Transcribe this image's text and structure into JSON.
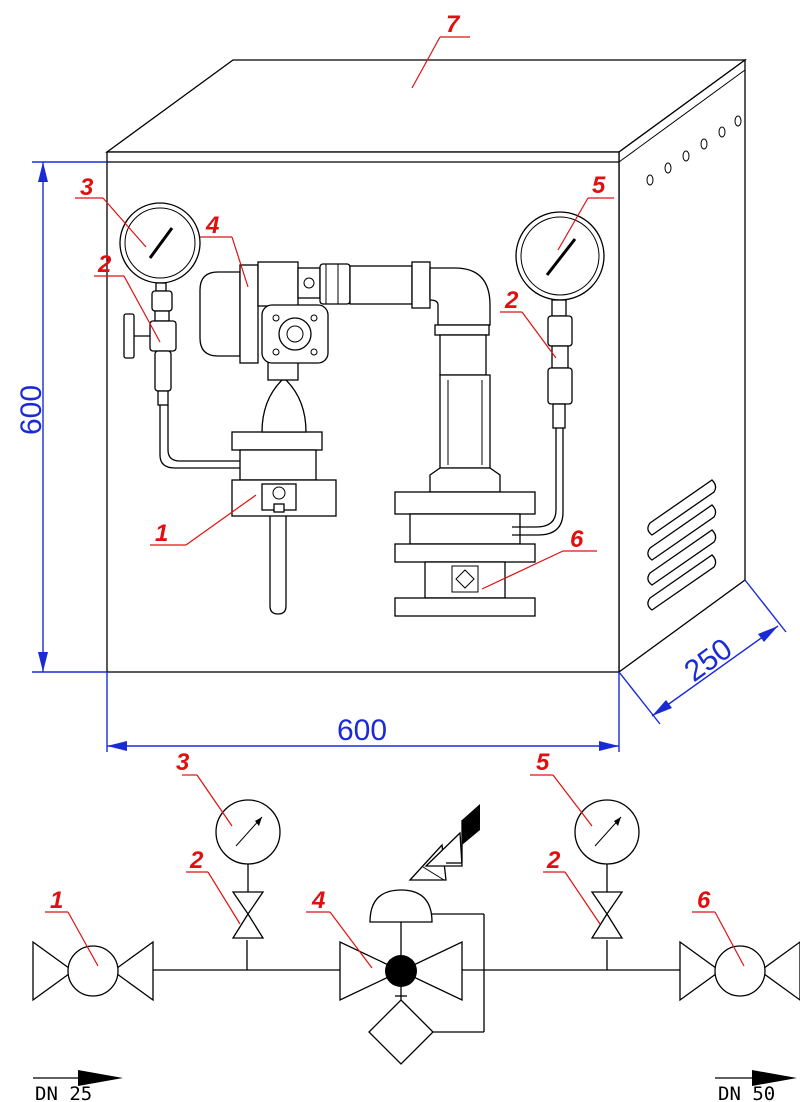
{
  "callouts": {
    "c1": "1",
    "c2a": "2",
    "c2b": "2",
    "c3": "3",
    "c4": "4",
    "c5": "5",
    "c6": "6",
    "c7": "7",
    "s1": "1",
    "s2a": "2",
    "s2b": "2",
    "s3": "3",
    "s4": "4",
    "s5": "5",
    "s6": "6"
  },
  "dimensions": {
    "height": "600",
    "width": "600",
    "depth": "250"
  },
  "flow": {
    "inlet": "DN 25",
    "outlet": "DN 50"
  },
  "colors": {
    "callout": "#e01010",
    "dimension": "#1a2bd6",
    "line": "#000000"
  }
}
